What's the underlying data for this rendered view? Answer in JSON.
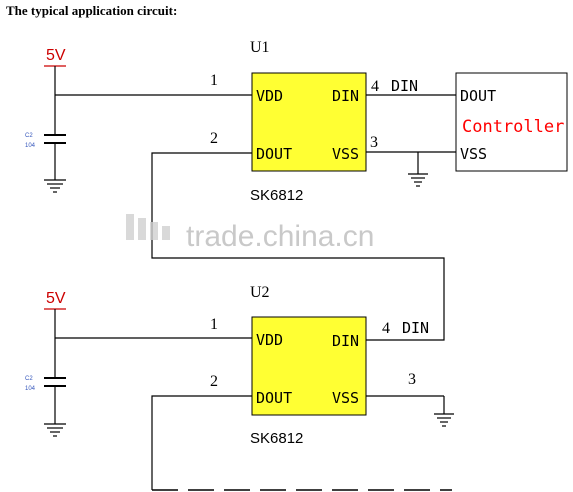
{
  "caption": "The typical application circuit:",
  "watermark": "trade.china.cn",
  "colors": {
    "chip_fill": "#ffff33",
    "supply_label": "#cc0000",
    "cap_label": "#3355bb",
    "controller_text": "#ff0000",
    "wire": "#000000"
  },
  "circuit1": {
    "supply": "5V",
    "cap_name": "C2",
    "cap_value": "104",
    "chip_ref": "U1",
    "chip_part": "SK6812",
    "pins": {
      "vdd": "VDD",
      "din": "DIN",
      "dout": "DOUT",
      "vss": "VSS"
    },
    "pin_numbers": {
      "vdd": "1",
      "dout": "2",
      "vss": "3",
      "din": "4"
    },
    "din_net": "DIN"
  },
  "controller": {
    "title": "Controller",
    "dout": "DOUT",
    "vss": "VSS"
  },
  "circuit2": {
    "supply": "5V",
    "cap_name": "C2",
    "cap_value": "104",
    "chip_ref": "U2",
    "chip_part": "SK6812",
    "pins": {
      "vdd": "VDD",
      "din": "DIN",
      "dout": "DOUT",
      "vss": "VSS"
    },
    "pin_numbers": {
      "vdd": "1",
      "dout": "2",
      "vss": "3",
      "din": "4"
    },
    "din_net": "DIN"
  }
}
